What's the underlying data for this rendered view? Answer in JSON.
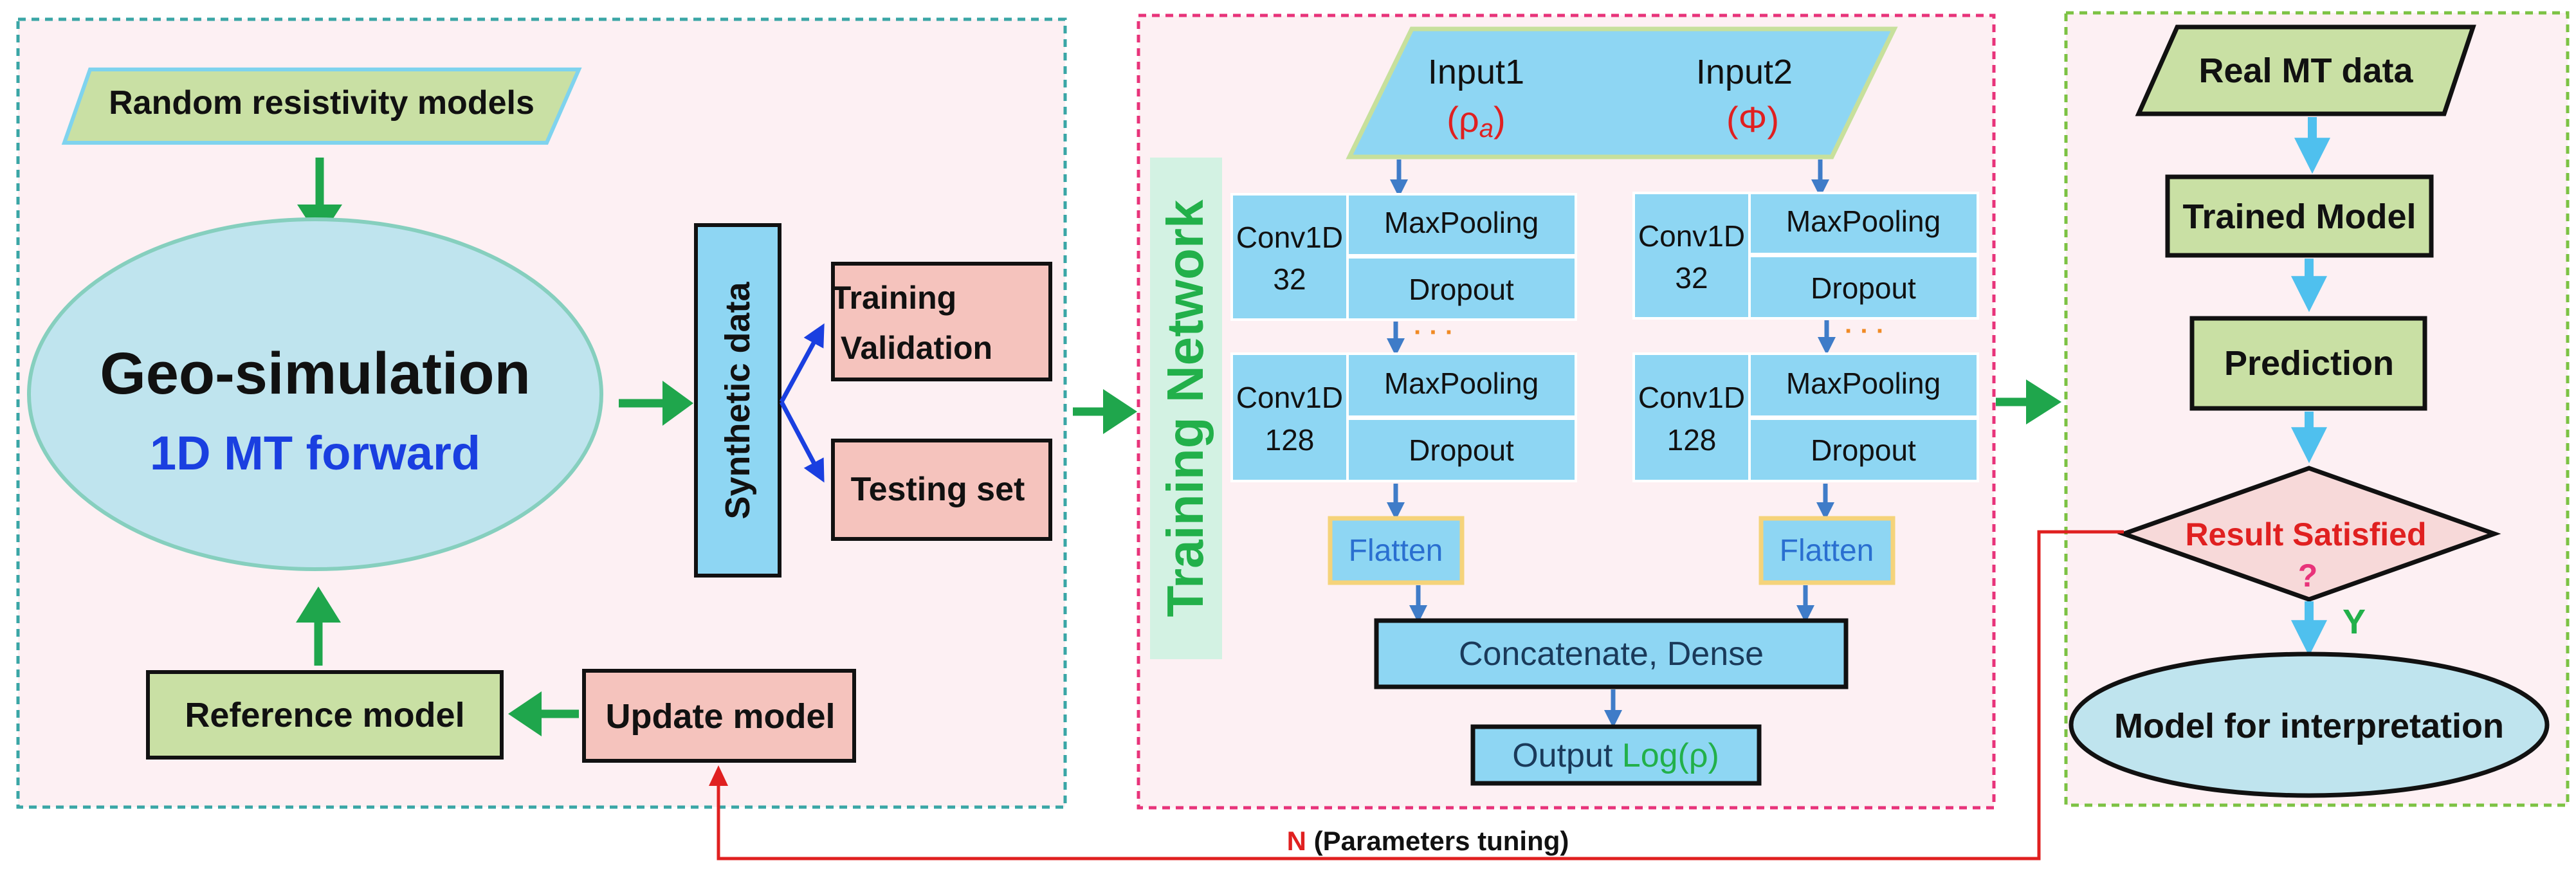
{
  "left_panel": {
    "random_models": "Random resistivity models",
    "geo_title": "Geo-simulation",
    "geo_subtitle": "1D MT forward",
    "synthetic": "Synthetic data",
    "training_line1": "Training",
    "training_line2": "Validation",
    "testing": "Testing set",
    "reference": "Reference model",
    "update": "Update model"
  },
  "network": {
    "vertical_title": "Training Network",
    "input1": "Input1",
    "input2": "Input2",
    "rho": "(ρ",
    "rho_sub": "a",
    "rho_close": ")",
    "phi": "(Φ)",
    "branch_left": {
      "conv1_line1": "Conv1D",
      "conv1_line2": "32",
      "maxpool1": "MaxPooling",
      "dropout1": "Dropout",
      "dots": "· · ·",
      "conv2_line1": "Conv1D",
      "conv2_line2": "128",
      "maxpool2": "MaxPooling",
      "dropout2": "Dropout",
      "flatten": "Flatten"
    },
    "branch_right": {
      "conv1_line1": "Conv1D",
      "conv1_line2": "32",
      "maxpool1": "MaxPooling",
      "dropout1": "Dropout",
      "dots": "· · ·",
      "conv2_line1": "Conv1D",
      "conv2_line2": "128",
      "maxpool2": "MaxPooling",
      "dropout2": "Dropout",
      "flatten": "Flatten"
    },
    "concat": "Concatenate, Dense",
    "output_prefix": "Output ",
    "output_value": "Log(ρ)"
  },
  "right_panel": {
    "real_data": "Real MT data",
    "trained": "Trained Model",
    "prediction": "Prediction",
    "satisfied": "Result Satisfied",
    "question": "?",
    "yes": "Y",
    "interpretation": "Model for interpretation"
  },
  "feedback": {
    "n": "N",
    "label": " (Parameters tuning)"
  },
  "colors": {
    "teal_border": "#3aa6a6",
    "pink_border": "#e8337a",
    "green_border": "#7cc243",
    "panel_bg": "#fdf0f3",
    "green_box": "#c9e0a4",
    "salmon_box": "#f5c3bd",
    "blue_box": "#8ed6f3",
    "ellipse_fill": "#bfe4ee",
    "diamond_fill": "#f7d9d9",
    "green_arrow": "#1fa64c",
    "blue_arrow": "#3f7cc8",
    "sky_arrow": "#4fc0ee",
    "red_line": "#e02020",
    "dark_blue_text": "#1a3fe0",
    "green_text": "#22b04a"
  }
}
